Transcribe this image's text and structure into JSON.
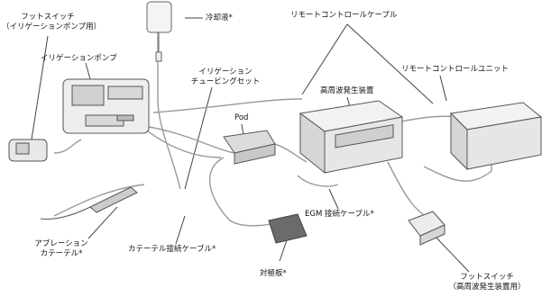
{
  "labels": {
    "foot_switch_pump": [
      "フットスイッチ",
      "（イリゲーションポンプ用）"
    ],
    "irrigation_pump": "イリゲーションポンプ",
    "coolant": "冷却液*",
    "tubing_set": [
      "イリゲーション",
      "チュービングセット"
    ],
    "pod": "Pod",
    "remote_cable": "リモートコントロールケーブル",
    "rf_generator": "高周波発生装置",
    "remote_unit": "リモートコントロールユニット",
    "ablation_catheter": [
      "アブレーション",
      "カテーテル*"
    ],
    "catheter_cable": "カテーテル接続ケーブル*",
    "egm_cable": "EGM 接続ケーブル*",
    "counter_electrode": "対極板*",
    "foot_switch_rf": [
      "フットスイッチ",
      "（高周波発生装置用）"
    ]
  }
}
